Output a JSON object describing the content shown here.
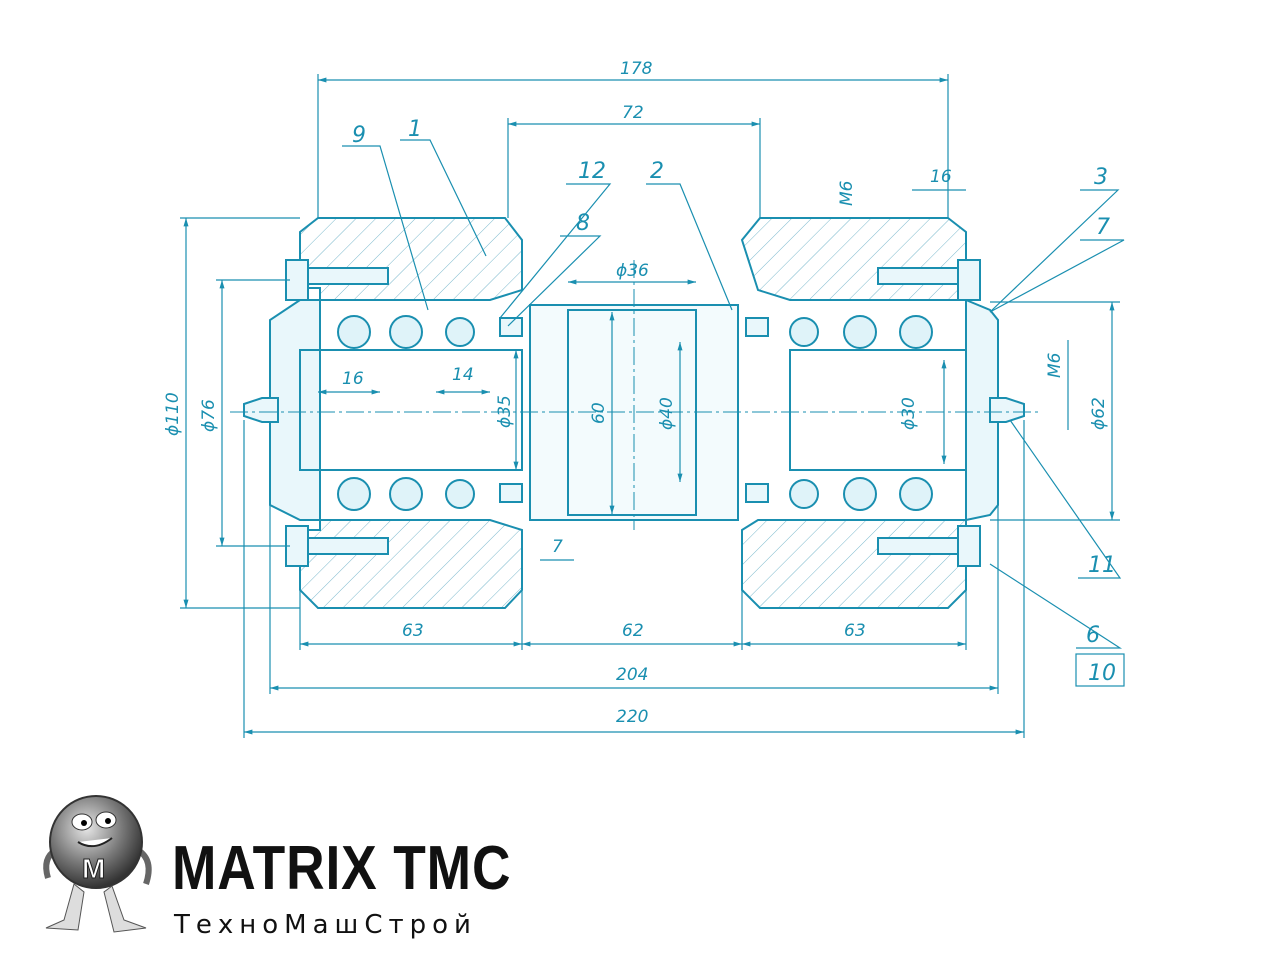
{
  "drawing": {
    "colors": {
      "line": "#1a8fb0",
      "fill": "#3ec8e6",
      "hatch": "#5aaec8"
    },
    "dimensions": {
      "overall_178": "178",
      "center_72": "72",
      "right_16": "16",
      "m6_top": "M6",
      "d36": "ϕ36",
      "d110": "ϕ110",
      "d76": "ϕ76",
      "inner_16": "16",
      "inner_14": "14",
      "d35": "ϕ35",
      "d60": "60",
      "d40": "ϕ40",
      "d30": "ϕ30",
      "m6_right": "M6",
      "d62": "ϕ62",
      "gap_7": "7",
      "seg_63_left": "63",
      "seg_62": "62",
      "seg_63_right": "63",
      "overall_204": "204",
      "overall_220": "220"
    },
    "callouts": {
      "c1": "1",
      "c9": "9",
      "c12": "12",
      "c8": "8",
      "c2": "2",
      "c3": "3",
      "c7": "7",
      "c11": "11",
      "c6": "6",
      "c10": "10"
    }
  },
  "brand": {
    "name": "MATRIX TMC",
    "subtitle": "ТехноМашСтрой",
    "mascot_letter": "M"
  }
}
